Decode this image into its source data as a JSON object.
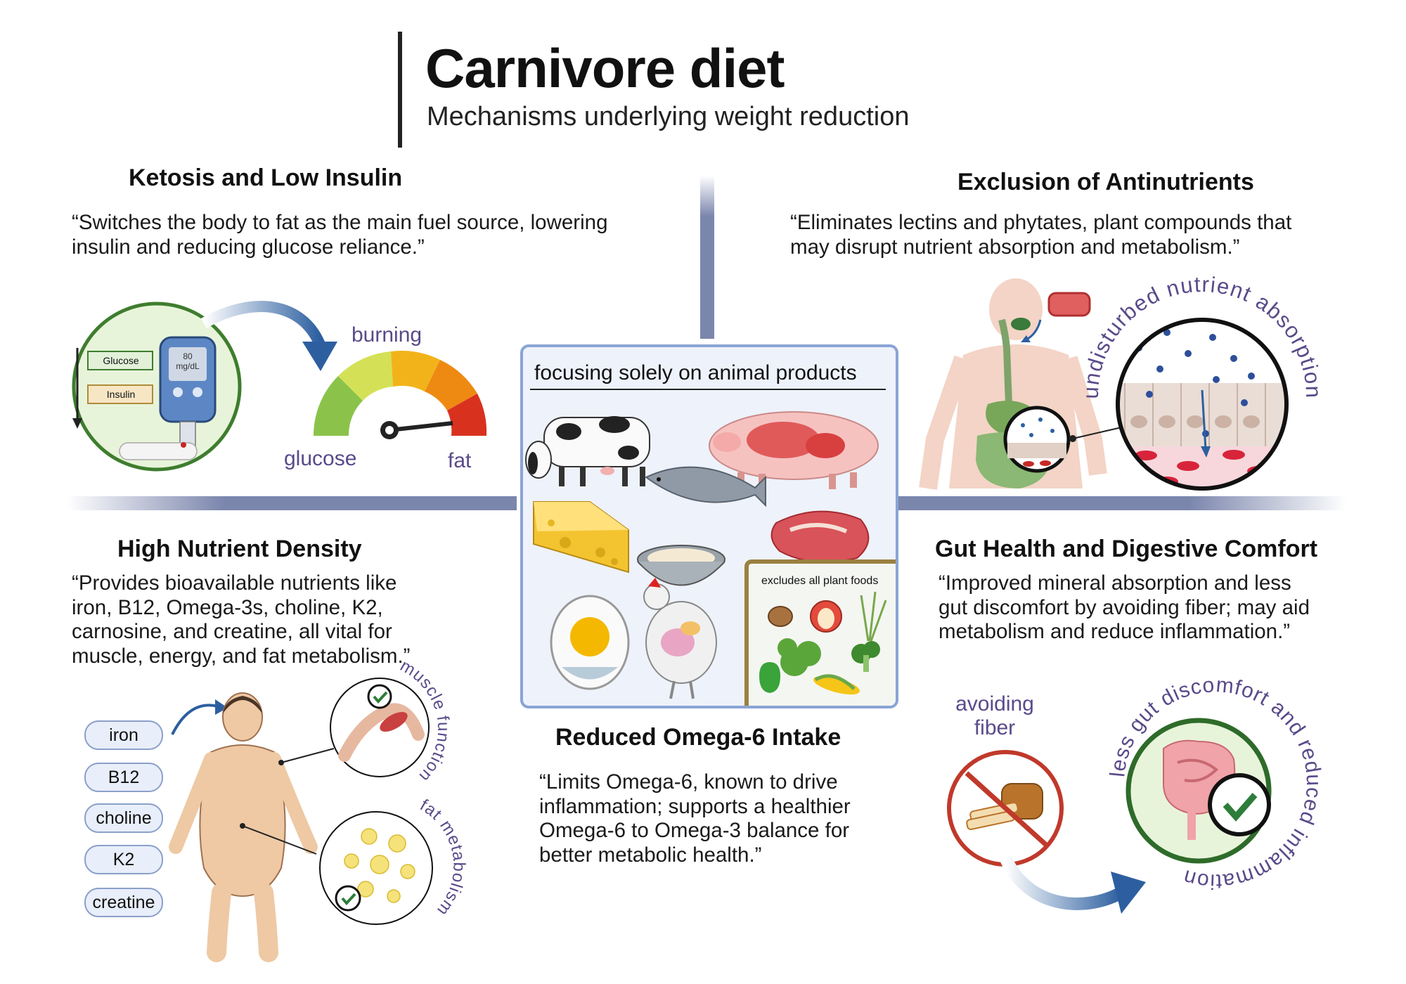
{
  "header": {
    "title": "Carnivore diet",
    "subtitle": "Mechanisms underlying weight reduction"
  },
  "ketosis": {
    "title": "Ketosis and Low Insulin",
    "quote_line1": "“Switches the body to fat as the main fuel source, lowering",
    "quote_line2": "insulin and reducing glucose reliance.”",
    "glucose_box": "Glucose",
    "insulin_box": "Insulin",
    "meter_value": "80",
    "meter_unit": "mg/dL",
    "gauge_top": "burning",
    "gauge_left": "glucose",
    "gauge_right": "fat"
  },
  "antinutrients": {
    "title": "Exclusion of Antinutrients",
    "quote_line1": "“Eliminates lectins and phytates, plant compounds that",
    "quote_line2": "may disrupt nutrient absorption and metabolism.”",
    "arc_label": "undisturbed nutrient absorption"
  },
  "center": {
    "label": "focusing solely on animal products",
    "excludes": "excludes all plant foods"
  },
  "nutrient_density": {
    "title": "High Nutrient Density",
    "quote_line1": "“Provides bioavailable nutrients like",
    "quote_line2": "iron, B12, Omega-3s, choline, K2,",
    "quote_line3": "carnosine, and creatine, all vital for",
    "quote_line4": "muscle, energy, and fat metabolism.”",
    "nutrients": [
      "iron",
      "B12",
      "choline",
      "K2",
      "creatine"
    ],
    "muscle_label": "muscle function",
    "fat_label": "fat metabolism"
  },
  "gut_health": {
    "title": "Gut Health and Digestive Comfort",
    "quote_line1": "“Improved mineral absorption and less",
    "quote_line2": "gut discomfort by avoiding fiber; may aid",
    "quote_line3": "metabolism and reduce inflammation.”",
    "avoid_line1": "avoiding",
    "avoid_line2": "fiber",
    "arc_label": "less gut discomfort and reduced inflammation"
  },
  "omega": {
    "title": "Reduced Omega-6 Intake",
    "quote_line1": "“Limits Omega-6, known to drive",
    "quote_line2": "inflammation; supports a healthier",
    "quote_line3": "Omega-6 to Omega-3 balance for",
    "quote_line4": "better metabolic health.”"
  },
  "colors": {
    "purple_label": "#5a4a8a",
    "green_check": "#2e7d3a",
    "connector": "#7b86ad",
    "prohibit_red": "#c0392b"
  }
}
